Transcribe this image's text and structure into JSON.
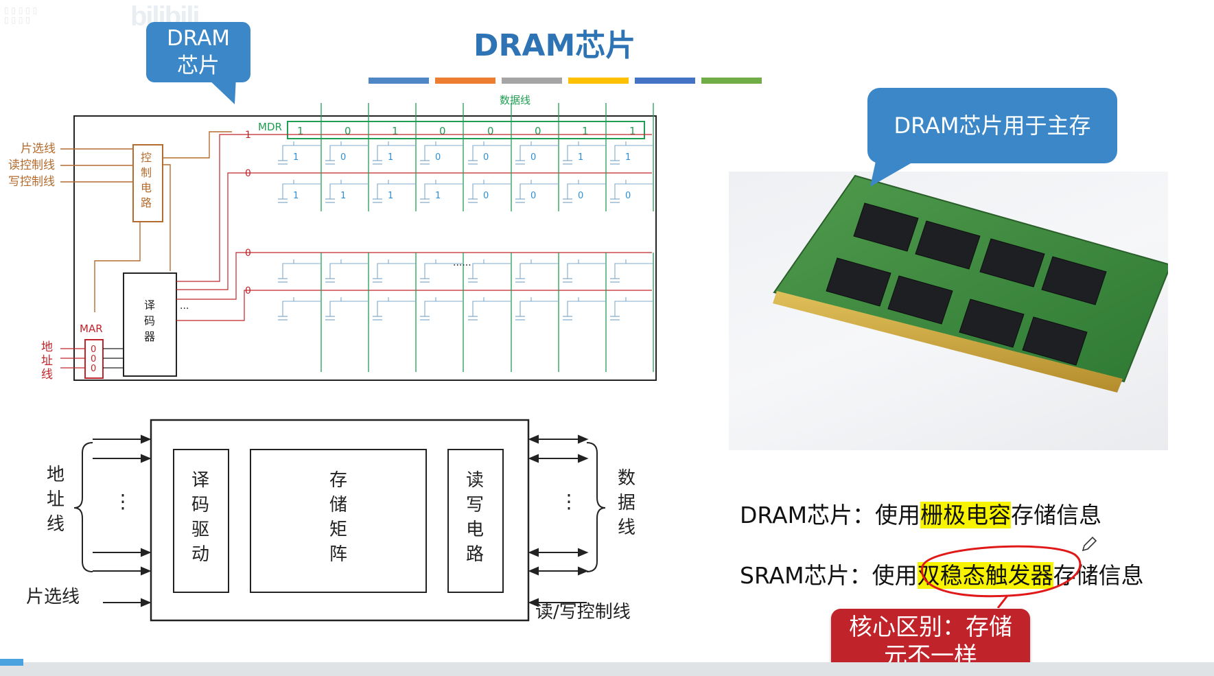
{
  "watermark": "bilibili",
  "slide": {
    "title": "DRAM芯片",
    "title_bar_colors": [
      "#4f86c6",
      "#ed7d31",
      "#a5a5a5",
      "#ffc000",
      "#4472c4",
      "#70ad47"
    ],
    "dram_bubble": [
      "DRAM",
      "芯片"
    ],
    "main_bubble": "DRAM芯片用于主存",
    "dram_line": {
      "prefix": "DRAM芯片：使用",
      "highlight": "栅极电容",
      "suffix": "存储信息"
    },
    "sram_line": {
      "prefix": "SRAM芯片：使用",
      "highlight": "双稳态触发器",
      "suffix": "存储信息"
    },
    "core_bubble": [
      "核心区别：存储",
      "元不一样"
    ]
  },
  "diagram_top": {
    "data_line_label": "数据线",
    "mdr_label": "MDR",
    "mdr_bits": [
      "1",
      "0",
      "1",
      "0",
      "0",
      "0",
      "1",
      "1"
    ],
    "left_labels": [
      "片选线",
      "读控制线",
      "写控制线"
    ],
    "control_circuit": [
      "控",
      "制",
      "电",
      "路"
    ],
    "decoder": [
      "译",
      "码",
      "器"
    ],
    "mar_label": "MAR",
    "mar_bits": [
      "0",
      "0",
      "0"
    ],
    "address_line": [
      "地",
      "址",
      "线"
    ],
    "row_values": [
      "1",
      "0",
      "0",
      "0"
    ],
    "row1_bits": [
      "1",
      "0",
      "1",
      "0",
      "0",
      "0",
      "1",
      "1"
    ],
    "row2_bits": [
      "1",
      "1",
      "1",
      "1",
      "0",
      "0",
      "0",
      "0"
    ],
    "ellipsis": "......",
    "decoder_ellipsis": "..."
  },
  "diagram_bottom": {
    "address_label": [
      "地",
      "址",
      "线"
    ],
    "chip_select": "片选线",
    "decode_drive": [
      "译",
      "码",
      "驱",
      "动"
    ],
    "storage_matrix": [
      "存",
      "储",
      "矩",
      "阵"
    ],
    "rw_circuit": [
      "读",
      "写",
      "电",
      "路"
    ],
    "data_label": [
      "数",
      "据",
      "线"
    ],
    "rw_control": "读/写控制线",
    "dots": "⋮"
  },
  "colors": {
    "accent_blue": "#3b87c8",
    "title_blue": "#2e74b5",
    "red": "#c0242a",
    "highlight": "#f8f400",
    "wire_brown": "#b36b2e",
    "cell_blue": "#2c8fd6",
    "mdr_green": "#1f9e52"
  }
}
